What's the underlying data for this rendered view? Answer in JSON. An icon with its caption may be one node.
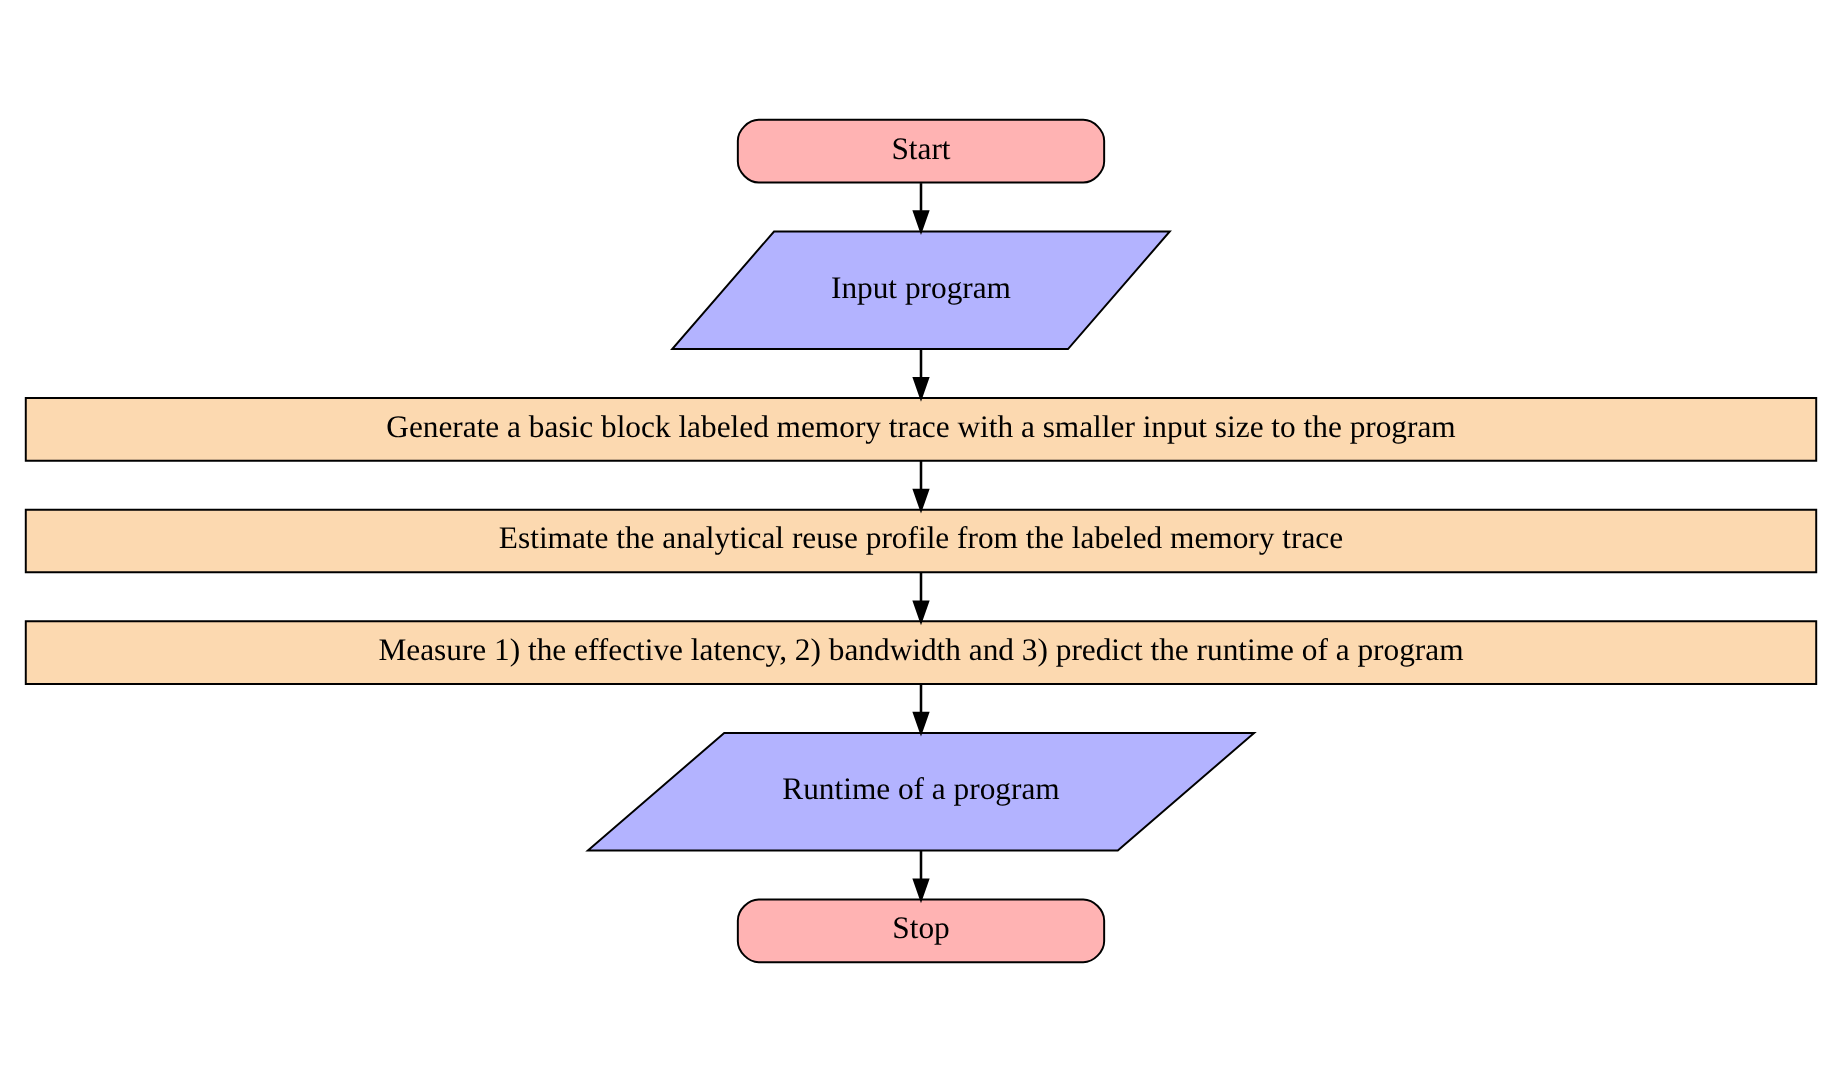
{
  "diagram": {
    "nodes": [
      {
        "text": [
          "Start"
        ]
      },
      {
        "text": [
          "Input program"
        ]
      },
      {
        "text": [
          "Generate a basic block labeled memory trace with a smaller input size to the program"
        ]
      },
      {
        "text": [
          "Estimate the analytical reuse profile from the labeled memory trace"
        ]
      },
      {
        "text": [
          "Measure 1) the effective latency, 2) bandwidth and 3) predict the runtime of a program"
        ]
      },
      {
        "text": [
          "Runtime of a program"
        ]
      },
      {
        "text": [
          "Stop"
        ]
      }
    ],
    "edges": [
      {
        "from": 0,
        "to": 1,
        "arrow": "to"
      },
      {
        "from": 1,
        "to": 2,
        "arrow": "to"
      },
      {
        "from": 2,
        "to": 3,
        "arrow": "to"
      },
      {
        "from": 3,
        "to": 4,
        "arrow": "to"
      },
      {
        "from": 4,
        "to": 5,
        "arrow": "to"
      },
      {
        "from": 5,
        "to": 6,
        "arrow": "to"
      }
    ]
  }
}
